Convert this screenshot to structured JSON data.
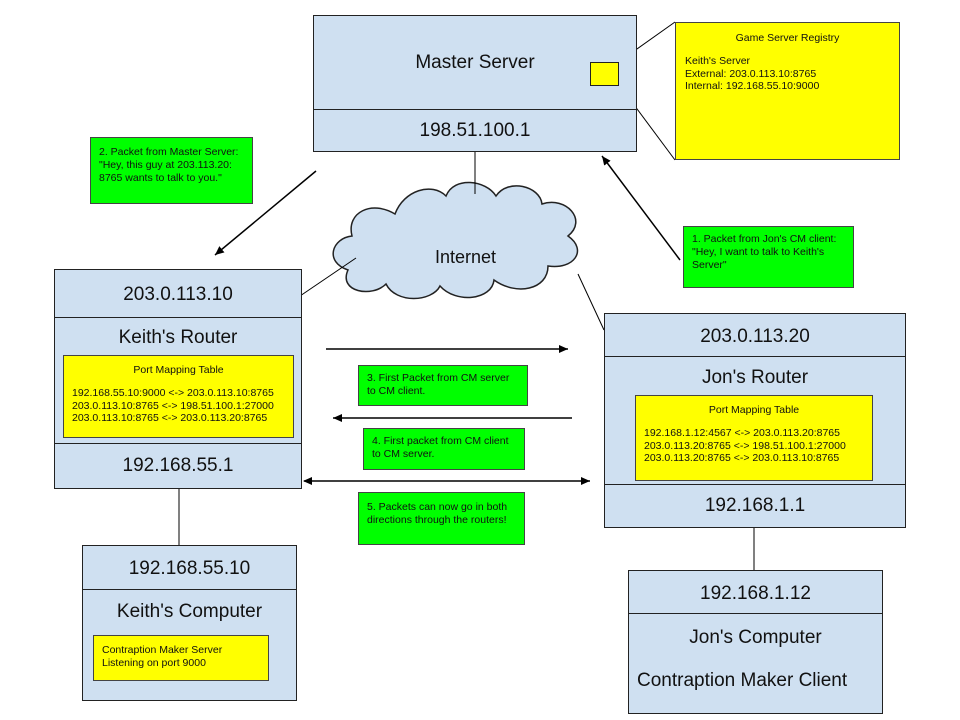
{
  "master_server": {
    "title": "Master Server",
    "ip": "198.51.100.1"
  },
  "registry": {
    "title": "Game Server Registry",
    "lines": [
      "Keith's Server",
      "External: 203.0.113.10:8765",
      "Internal: 192.168.55.10:9000"
    ]
  },
  "internet_label": "Internet",
  "keiths_router": {
    "external_ip": "203.0.113.10",
    "name": "Keith's Router",
    "table_title": "Port Mapping Table",
    "table_rows": [
      "192.168.55.10:9000 <-> 203.0.113.10:8765",
      "203.0.113.10:8765 <-> 198.51.100.1:27000",
      "203.0.113.10:8765 <-> 203.0.113.20:8765"
    ],
    "internal_ip": "192.168.55.1"
  },
  "jons_router": {
    "external_ip": "203.0.113.20",
    "name": "Jon's Router",
    "table_title": "Port Mapping Table",
    "table_rows": [
      "192.168.1.12:4567 <-> 203.0.113.20:8765",
      "203.0.113.20:8765 <-> 198.51.100.1:27000",
      "203.0.113.20:8765 <-> 203.0.113.10:8765"
    ],
    "internal_ip": "192.168.1.1"
  },
  "keiths_computer": {
    "ip": "192.168.55.10",
    "name": "Keith's Computer",
    "app_lines": [
      "Contraption Maker Server",
      "Listening on port 9000"
    ]
  },
  "jons_computer": {
    "ip": "192.168.1.12",
    "name": "Jon's Computer",
    "app": "Contraption Maker Client"
  },
  "notes": {
    "step1": [
      "1. Packet from Jon's CM client:",
      "\"Hey, I want to talk to Keith's",
      "Server\""
    ],
    "step2": [
      "2. Packet from Master Server:",
      "\"Hey, this guy at 203.113.20:",
      "8765 wants to talk to you.\""
    ],
    "step3": [
      "3. First Packet from CM server",
      "to CM client."
    ],
    "step4": [
      "4. First packet from CM client",
      "to CM server."
    ],
    "step5": [
      "5. Packets can now go in both",
      "directions through the routers!"
    ]
  },
  "colors": {
    "box_fill": "#cfe0f1",
    "note_green": "#00ff00",
    "note_yellow": "#ffff00",
    "line": "#000000"
  }
}
